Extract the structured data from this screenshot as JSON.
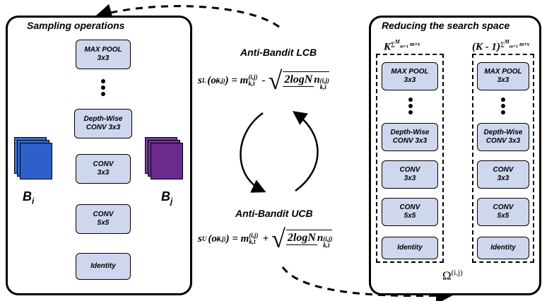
{
  "left_panel": {
    "title": "Sampling operations",
    "ops": [
      "MAX POOL\n3x3",
      "Depth-Wise\nCONV 3x3",
      "CONV\n3x3",
      "CONV\n5x5",
      "Identity"
    ],
    "node_in": "B",
    "node_in_sub": "i",
    "node_out": "B",
    "node_out_sub": "j",
    "colors": {
      "node_in": "#2f5fc9",
      "node_out": "#6a2a8e",
      "op_fill": "#cfd7ee"
    }
  },
  "middle": {
    "lcb_title": "Anti-Bandit LCB",
    "ucb_title": "Anti-Bandit UCB",
    "lcb_lhs": "s",
    "lcb_lhs_sub": "L",
    "ucb_lhs_sub": "U",
    "arg": "(o",
    "arg_sup": "(i,j)",
    "arg_sub": "k",
    "m": "m",
    "m_sup": "(i,j)",
    "m_sub": "k,t",
    "lcb_op": "-",
    "ucb_op": "+",
    "lcb_num": "2logN",
    "ucb_num": "2logN",
    "den": "n",
    "den_sup": "(i,j)",
    "den_sub": "k,t"
  },
  "right_panel": {
    "title": "Reducing the search space",
    "k_label": "K",
    "k_minus_label": "(K - 1)",
    "exp_sum": "m=1",
    "exp_top": "M",
    "exp_tail": "m×v",
    "ops_left": [
      "MAX POOL\n3x3",
      "Depth-Wise\nCONV 3x3",
      "CONV\n3x3",
      "CONV\n5x5",
      "Identity"
    ],
    "ops_right": [
      "MAX POOL\n3x3",
      "Depth-Wise\nCONV 3x3",
      "CONV\n3x3",
      "CONV\n5x5",
      "Identity"
    ],
    "omega": "Ω",
    "omega_sup": "(i,j)",
    "colors": {
      "cross": "#c00000"
    }
  }
}
